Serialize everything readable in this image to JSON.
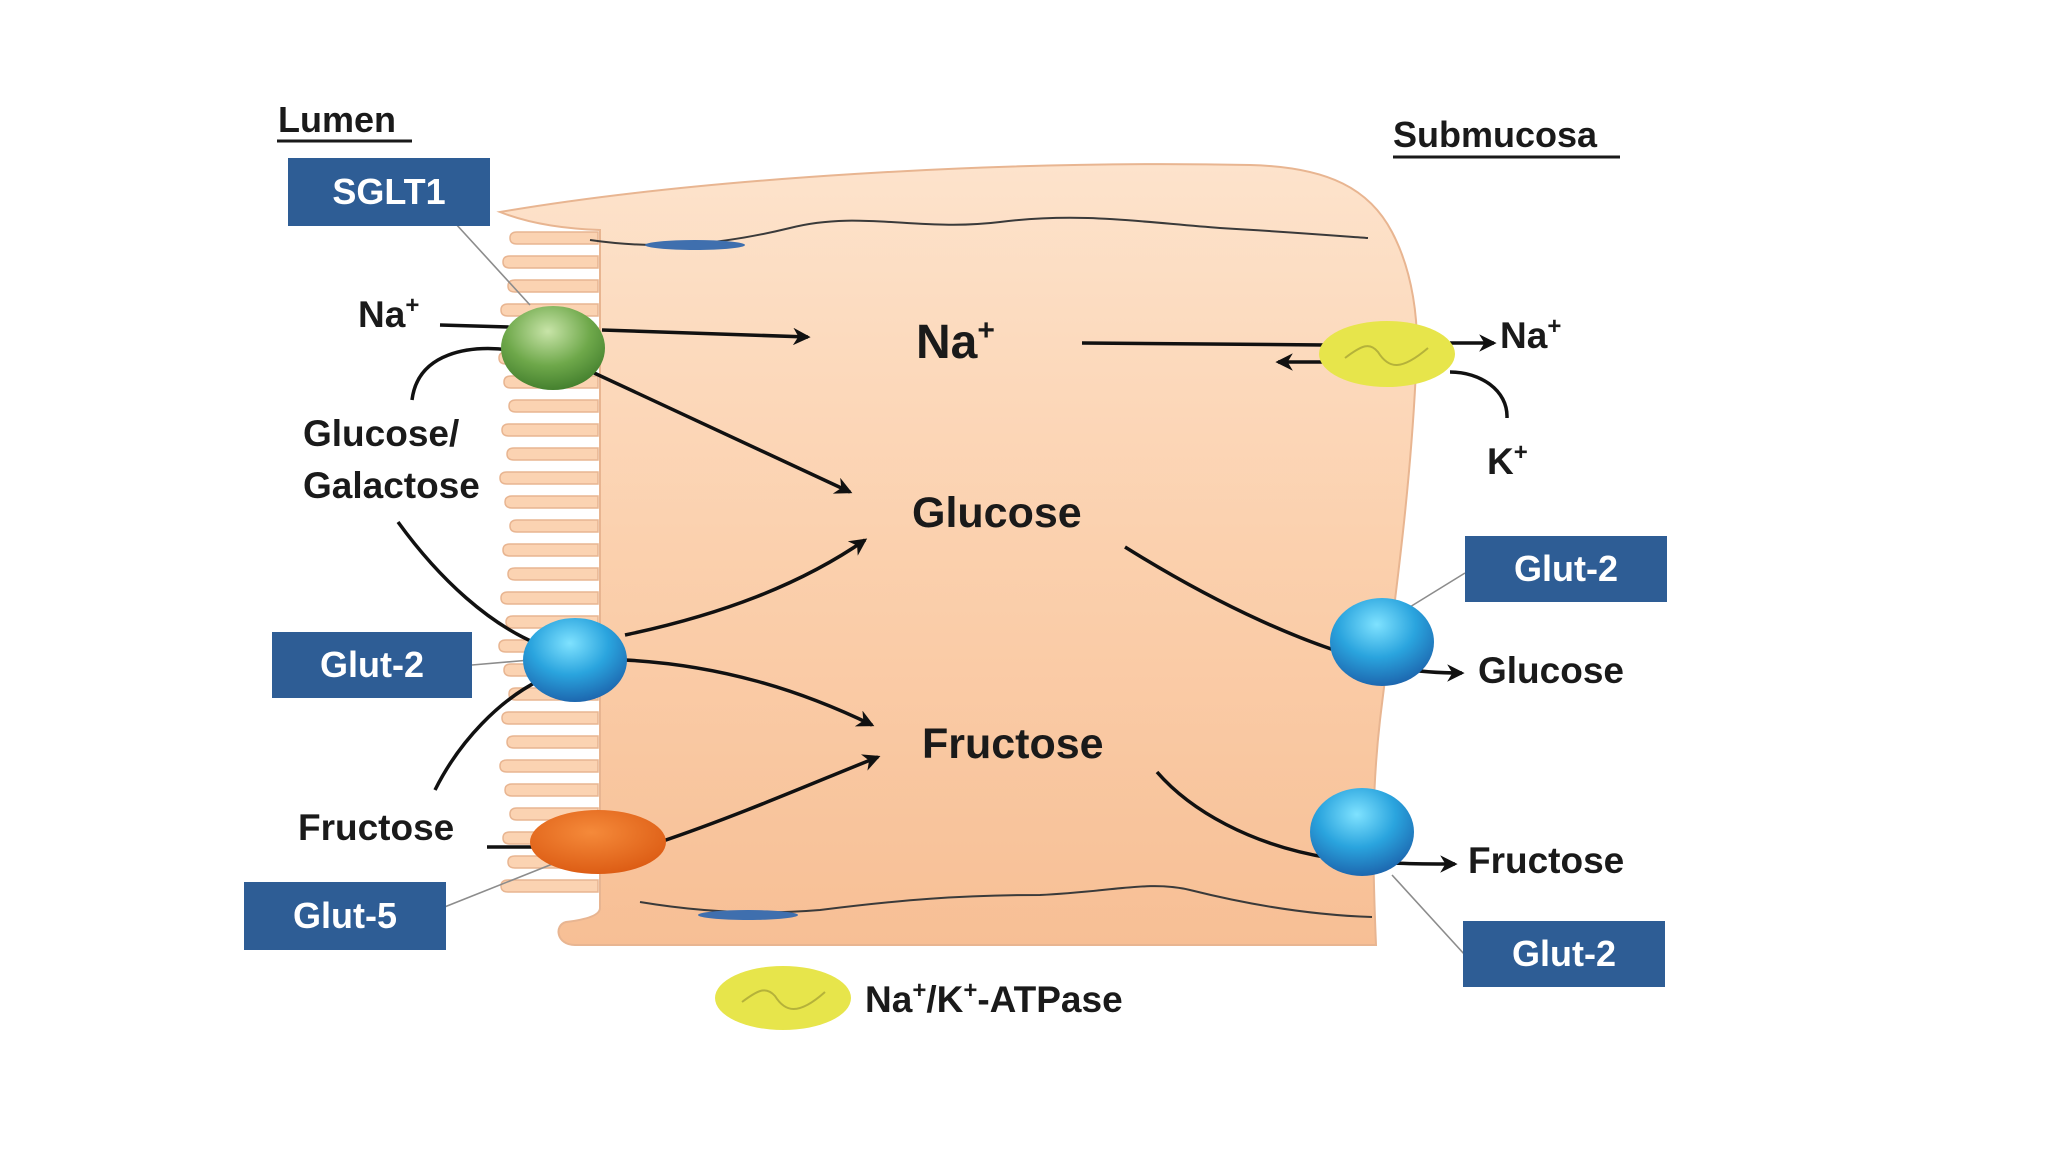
{
  "regions": {
    "lumen": "Lumen",
    "submucosa": "Submucosa"
  },
  "transporters": {
    "sglt1": "SGLT1",
    "glut2_apical": "Glut-2",
    "glut5": "Glut-5",
    "glut2_basolateral_glucose": "Glut-2",
    "glut2_basolateral_fructose": "Glut-2"
  },
  "lumen_labels": {
    "na": "Na",
    "na_sup": "+",
    "glucose_galactose_line1": "Glucose/",
    "glucose_galactose_line2": "Galactose",
    "fructose": "Fructose"
  },
  "cell_labels": {
    "na": "Na",
    "na_sup": "+",
    "glucose": "Glucose",
    "fructose": "Fructose"
  },
  "submucosa_labels": {
    "na": "Na",
    "na_sup": "+",
    "k": "K",
    "k_sup": "+",
    "glucose": "Glucose",
    "fructose": "Fructose"
  },
  "legend": {
    "na": "Na",
    "na_sup": "+",
    "slash_k": "/K",
    "k_sup": "+",
    "suffix": "-ATPase"
  },
  "colors": {
    "cell_fill": "#fbd3b2",
    "box_fill": "#2e5d95",
    "sglt1": "#5e9a3e",
    "glut2": "#2f8fd0",
    "glut5": "#e2661b",
    "atpase": "#e7e54b",
    "junction": "#3f6fae"
  }
}
